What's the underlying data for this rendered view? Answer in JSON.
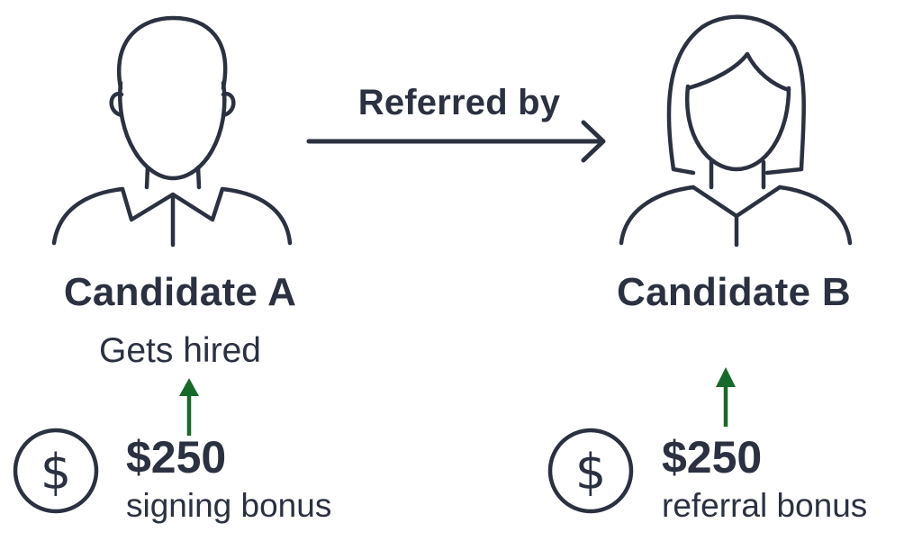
{
  "arrow": {
    "label": "Referred by"
  },
  "candidate_a": {
    "name": "Candidate A",
    "status": "Gets hired",
    "icon": "man-icon",
    "bonus": {
      "amount": "$250",
      "label": "signing bonus",
      "symbol": "$"
    }
  },
  "candidate_b": {
    "name": "Candidate B",
    "icon": "woman-icon",
    "bonus": {
      "amount": "$250",
      "label": "referral bonus",
      "symbol": "$"
    }
  },
  "colors": {
    "ink": "#2b3140",
    "up_arrow": "#17692a"
  }
}
